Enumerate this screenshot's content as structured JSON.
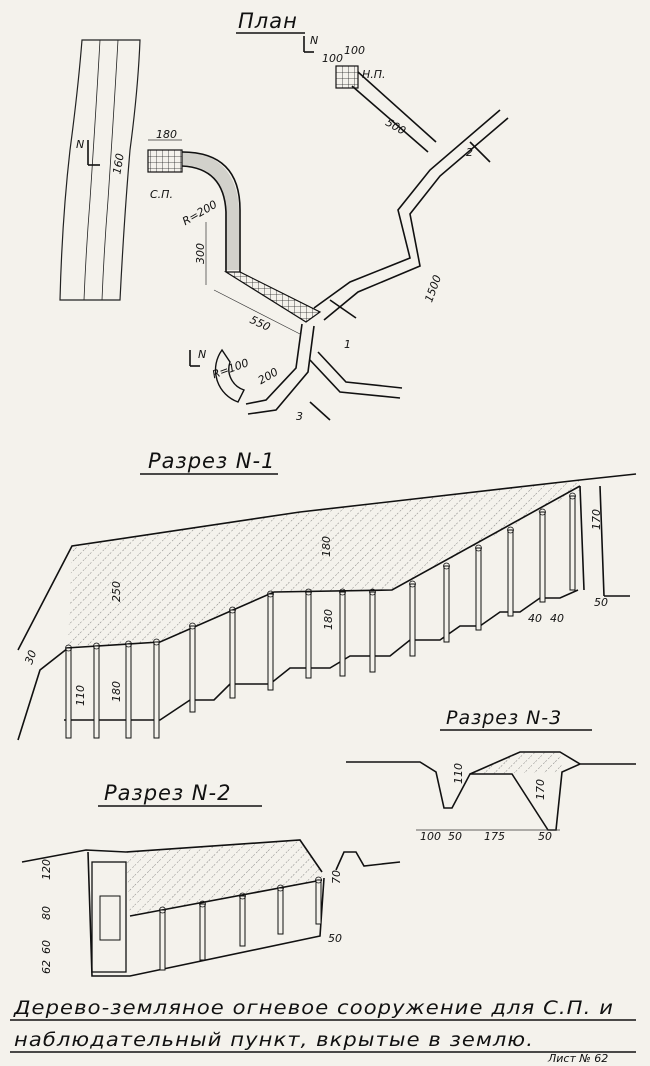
{
  "plan": {
    "title": "План",
    "labels": {
      "north": "N",
      "sp": "С.П.",
      "np": "Н.П.",
      "r200": "R=200",
      "r100": "R=100"
    },
    "dims": {
      "d180": "180",
      "d160": "160",
      "d300": "300",
      "d550": "550",
      "d1500": "1500",
      "d500": "500",
      "d100a": "100",
      "d100b": "100",
      "d200": "200"
    },
    "section_marks": [
      "1",
      "2",
      "3"
    ]
  },
  "section1": {
    "title": "Разрез N-1",
    "dims": {
      "d250": "250",
      "d180a": "180",
      "d180b": "180",
      "d110": "110",
      "d180c": "180",
      "d30": "30",
      "d170": "170",
      "d50": "50",
      "d40a": "40",
      "d40b": "40"
    }
  },
  "section3": {
    "title": "Разрез N-3",
    "dims": {
      "d110": "110",
      "d170": "170",
      "d100": "100",
      "d50a": "50",
      "d175": "175",
      "d50b": "50"
    }
  },
  "section2": {
    "title": "Разрез N-2",
    "dims": {
      "d120": "120",
      "d80": "80",
      "d60": "60",
      "d62": "62",
      "d70": "70",
      "d50": "50"
    }
  },
  "caption": {
    "line1": "Дерево-земляное огневое сооружение для С.П. и",
    "line2": "наблюдательный пункт, вкрытые в землю.",
    "number": "Лист № 62"
  }
}
